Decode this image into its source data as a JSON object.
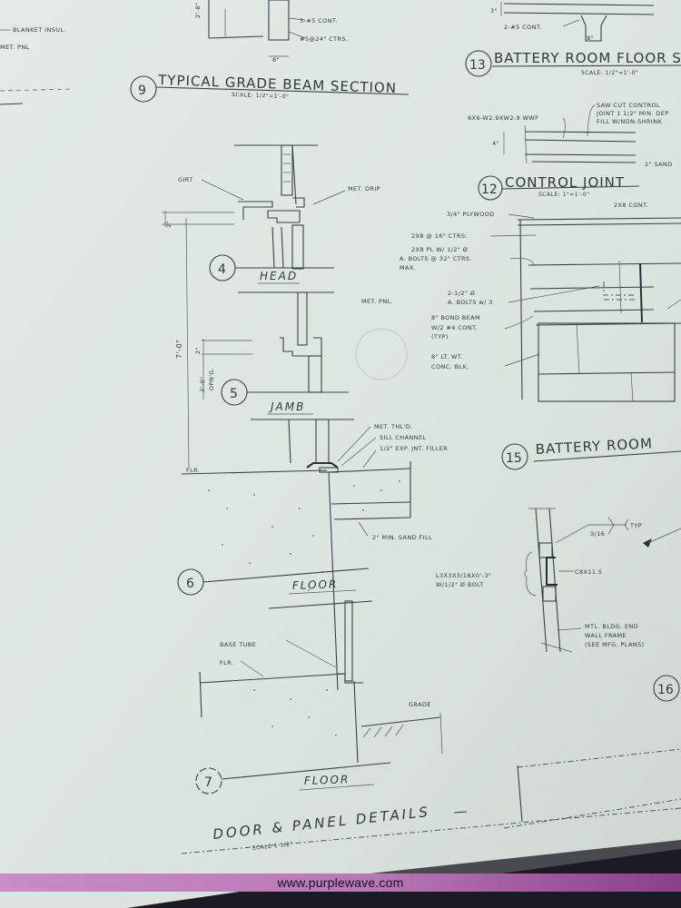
{
  "sheet": {
    "paper_color": "#dfe6e2",
    "ink_color": "#2f3a3c",
    "background_color": "#1c1a22"
  },
  "top_left_notes": {
    "blanket_insul": "BLANKET INSUL.",
    "met_pnl": "MET. PNL"
  },
  "detail_9": {
    "number": "9",
    "title": "TYPICAL GRADE BEAM SECTION",
    "scale": "SCALE: 1/2\"=1'-0\"",
    "notes": [
      "3-#5 CONT.",
      "#5@24\" CTRS.",
      "8\"",
      "2'-8\""
    ]
  },
  "detail_13": {
    "number": "13",
    "title": "BATTERY ROOM FLOOR S",
    "scale": "SCALE: 1/2\"=1'-0\"",
    "notes": [
      "2-#5 CONT.",
      "8\"",
      "3\""
    ]
  },
  "detail_12": {
    "number": "12",
    "title": "CONTROL JOINT",
    "scale": "SCALE: 1\"=1'-0\"",
    "notes": [
      "6X6-W2.9XW2.9 WWF",
      "SAW CUT CONTROL",
      "JOINT 1 1/2\" MIN. DEP",
      "FILL W/NON-SHRINK",
      "2\" SAND",
      "4\""
    ]
  },
  "detail_14_notes": {
    "plywood": "3/4\" PLYWOOD",
    "cont": "2X8 CONT.",
    "ctrs": "2X8 @ 16\" CTRS.",
    "plate_1": "2X8 PL W/ 1/2\" Ø",
    "plate_2": "A. BOLTS @ 32\" CTRS.",
    "plate_3": "MAX.",
    "bolts_1": "2-1/2\" Ø",
    "bolts_2": "A. BOLTS w/ 3",
    "bond_1": "8\" BOND BEAM",
    "bond_2": "W/2 #4 CONT.",
    "bond_3": "(TYP)",
    "blk_1": "8\" LT. WT.",
    "blk_2": "CONC. BLK."
  },
  "detail_4": {
    "number": "4",
    "title": "HEAD",
    "notes": [
      "GIRT",
      "MET. DRIP",
      "2\""
    ]
  },
  "detail_5": {
    "number": "5",
    "title": "JAMB",
    "notes": [
      "MET. PNL.",
      "2\"",
      "3'-0\"",
      "OPN'G.",
      "7'-0\""
    ]
  },
  "sill_notes": {
    "thld": "MET. THL'D.",
    "channel": "SILL CHANNEL",
    "filler": "1/2\" EXP. JNT. FILLER",
    "sand": "2\" MIN. SAND FILL",
    "flr": "FLR."
  },
  "detail_15": {
    "number": "15",
    "title": "BATTERY ROOM"
  },
  "detail_16": {
    "number": "16",
    "notes": {
      "weld": "3/16",
      "typ": "TYP",
      "angle_1": "L3X3X3/16X0'-3\"",
      "angle_2": "W/1/2\" Ø BOLT",
      "channel": "C8X11.5",
      "frame_1": "MTL. BLDG. END",
      "frame_2": "WALL FRAME",
      "frame_3": "(SEE MFG. PLANS)"
    }
  },
  "detail_6": {
    "number": "6",
    "title": "FLOOR",
    "notes": [
      "BASE TUBE",
      "FLR.",
      "GRADE"
    ]
  },
  "detail_7": {
    "number": "7",
    "title": "FLOOR"
  },
  "sheet_title": {
    "title": "DOOR & PANEL DETAILS",
    "scale": "SCALE 1 1/2\""
  },
  "watermark": {
    "text": "www.purplewave.com",
    "band_color": "#c08ac0"
  }
}
